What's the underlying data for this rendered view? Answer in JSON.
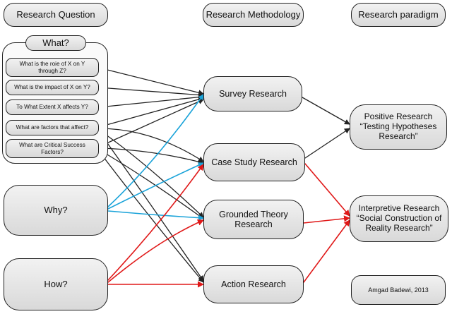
{
  "headers": {
    "question": "Research Question",
    "methodology": "Research Methodology",
    "paradigm": "Research paradigm"
  },
  "what_group": {
    "label": "What?",
    "items": [
      "What is the roie of X on Y through Z?",
      "What is the impact of X on Y?",
      "To What Extent  X affects Y?",
      "What are factors that affect?",
      "What are Critical Success Factors?"
    ]
  },
  "questions": {
    "why": "Why?",
    "how": "How?"
  },
  "methods": {
    "survey": "Survey Research",
    "case_study": "Case Study Research",
    "grounded": "Grounded Theory Research",
    "action": "Action Research"
  },
  "paradigms": {
    "positive": "Positive Research “Testing Hypotheses Research”",
    "interpretive": "Interpretive Research “Social Construction of Reality Research”"
  },
  "credit": "Amgad Badewi, 2013",
  "colors": {
    "black_arrow": "#222222",
    "blue_arrow": "#1aa3d9",
    "red_arrow": "#e01818"
  }
}
